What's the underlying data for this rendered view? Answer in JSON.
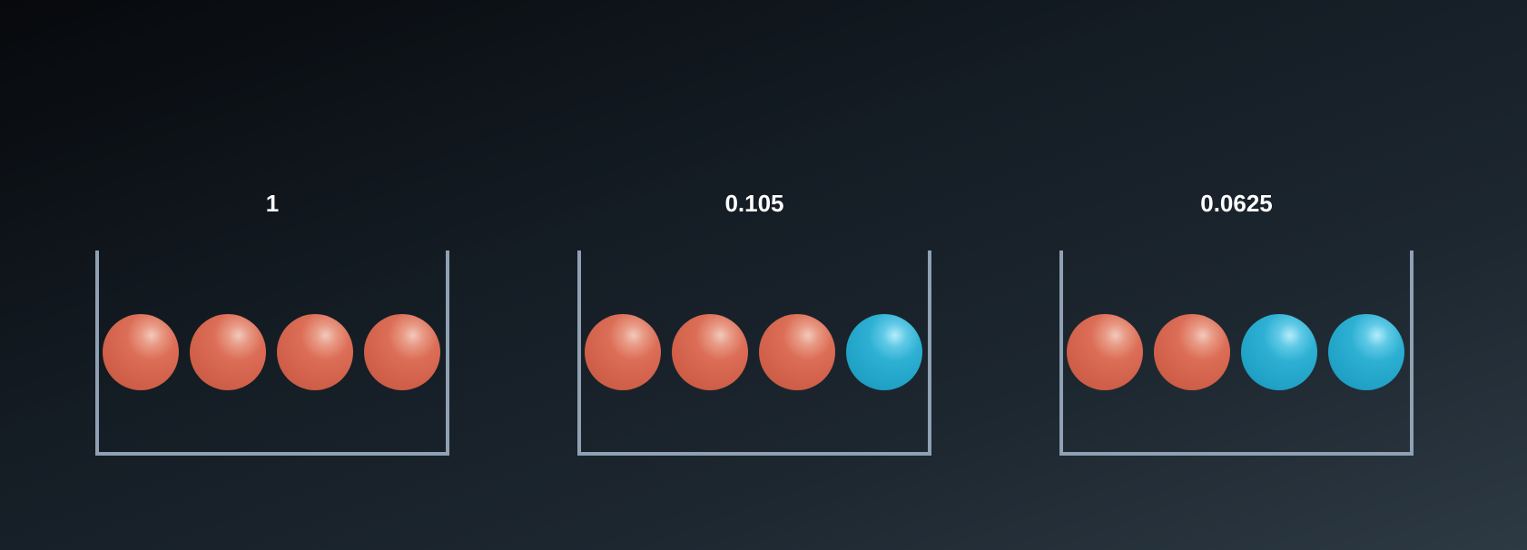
{
  "colors": {
    "red_ball": "#d3624b",
    "blue_ball": "#25a8cc",
    "container": "#8fa1b3",
    "label": "#ffffff"
  },
  "groups": [
    {
      "value": "1",
      "balls": [
        "red",
        "red",
        "red",
        "red"
      ]
    },
    {
      "value": "0.105",
      "balls": [
        "red",
        "red",
        "red",
        "blue"
      ]
    },
    {
      "value": "0.0625",
      "balls": [
        "red",
        "red",
        "blue",
        "blue"
      ]
    }
  ]
}
